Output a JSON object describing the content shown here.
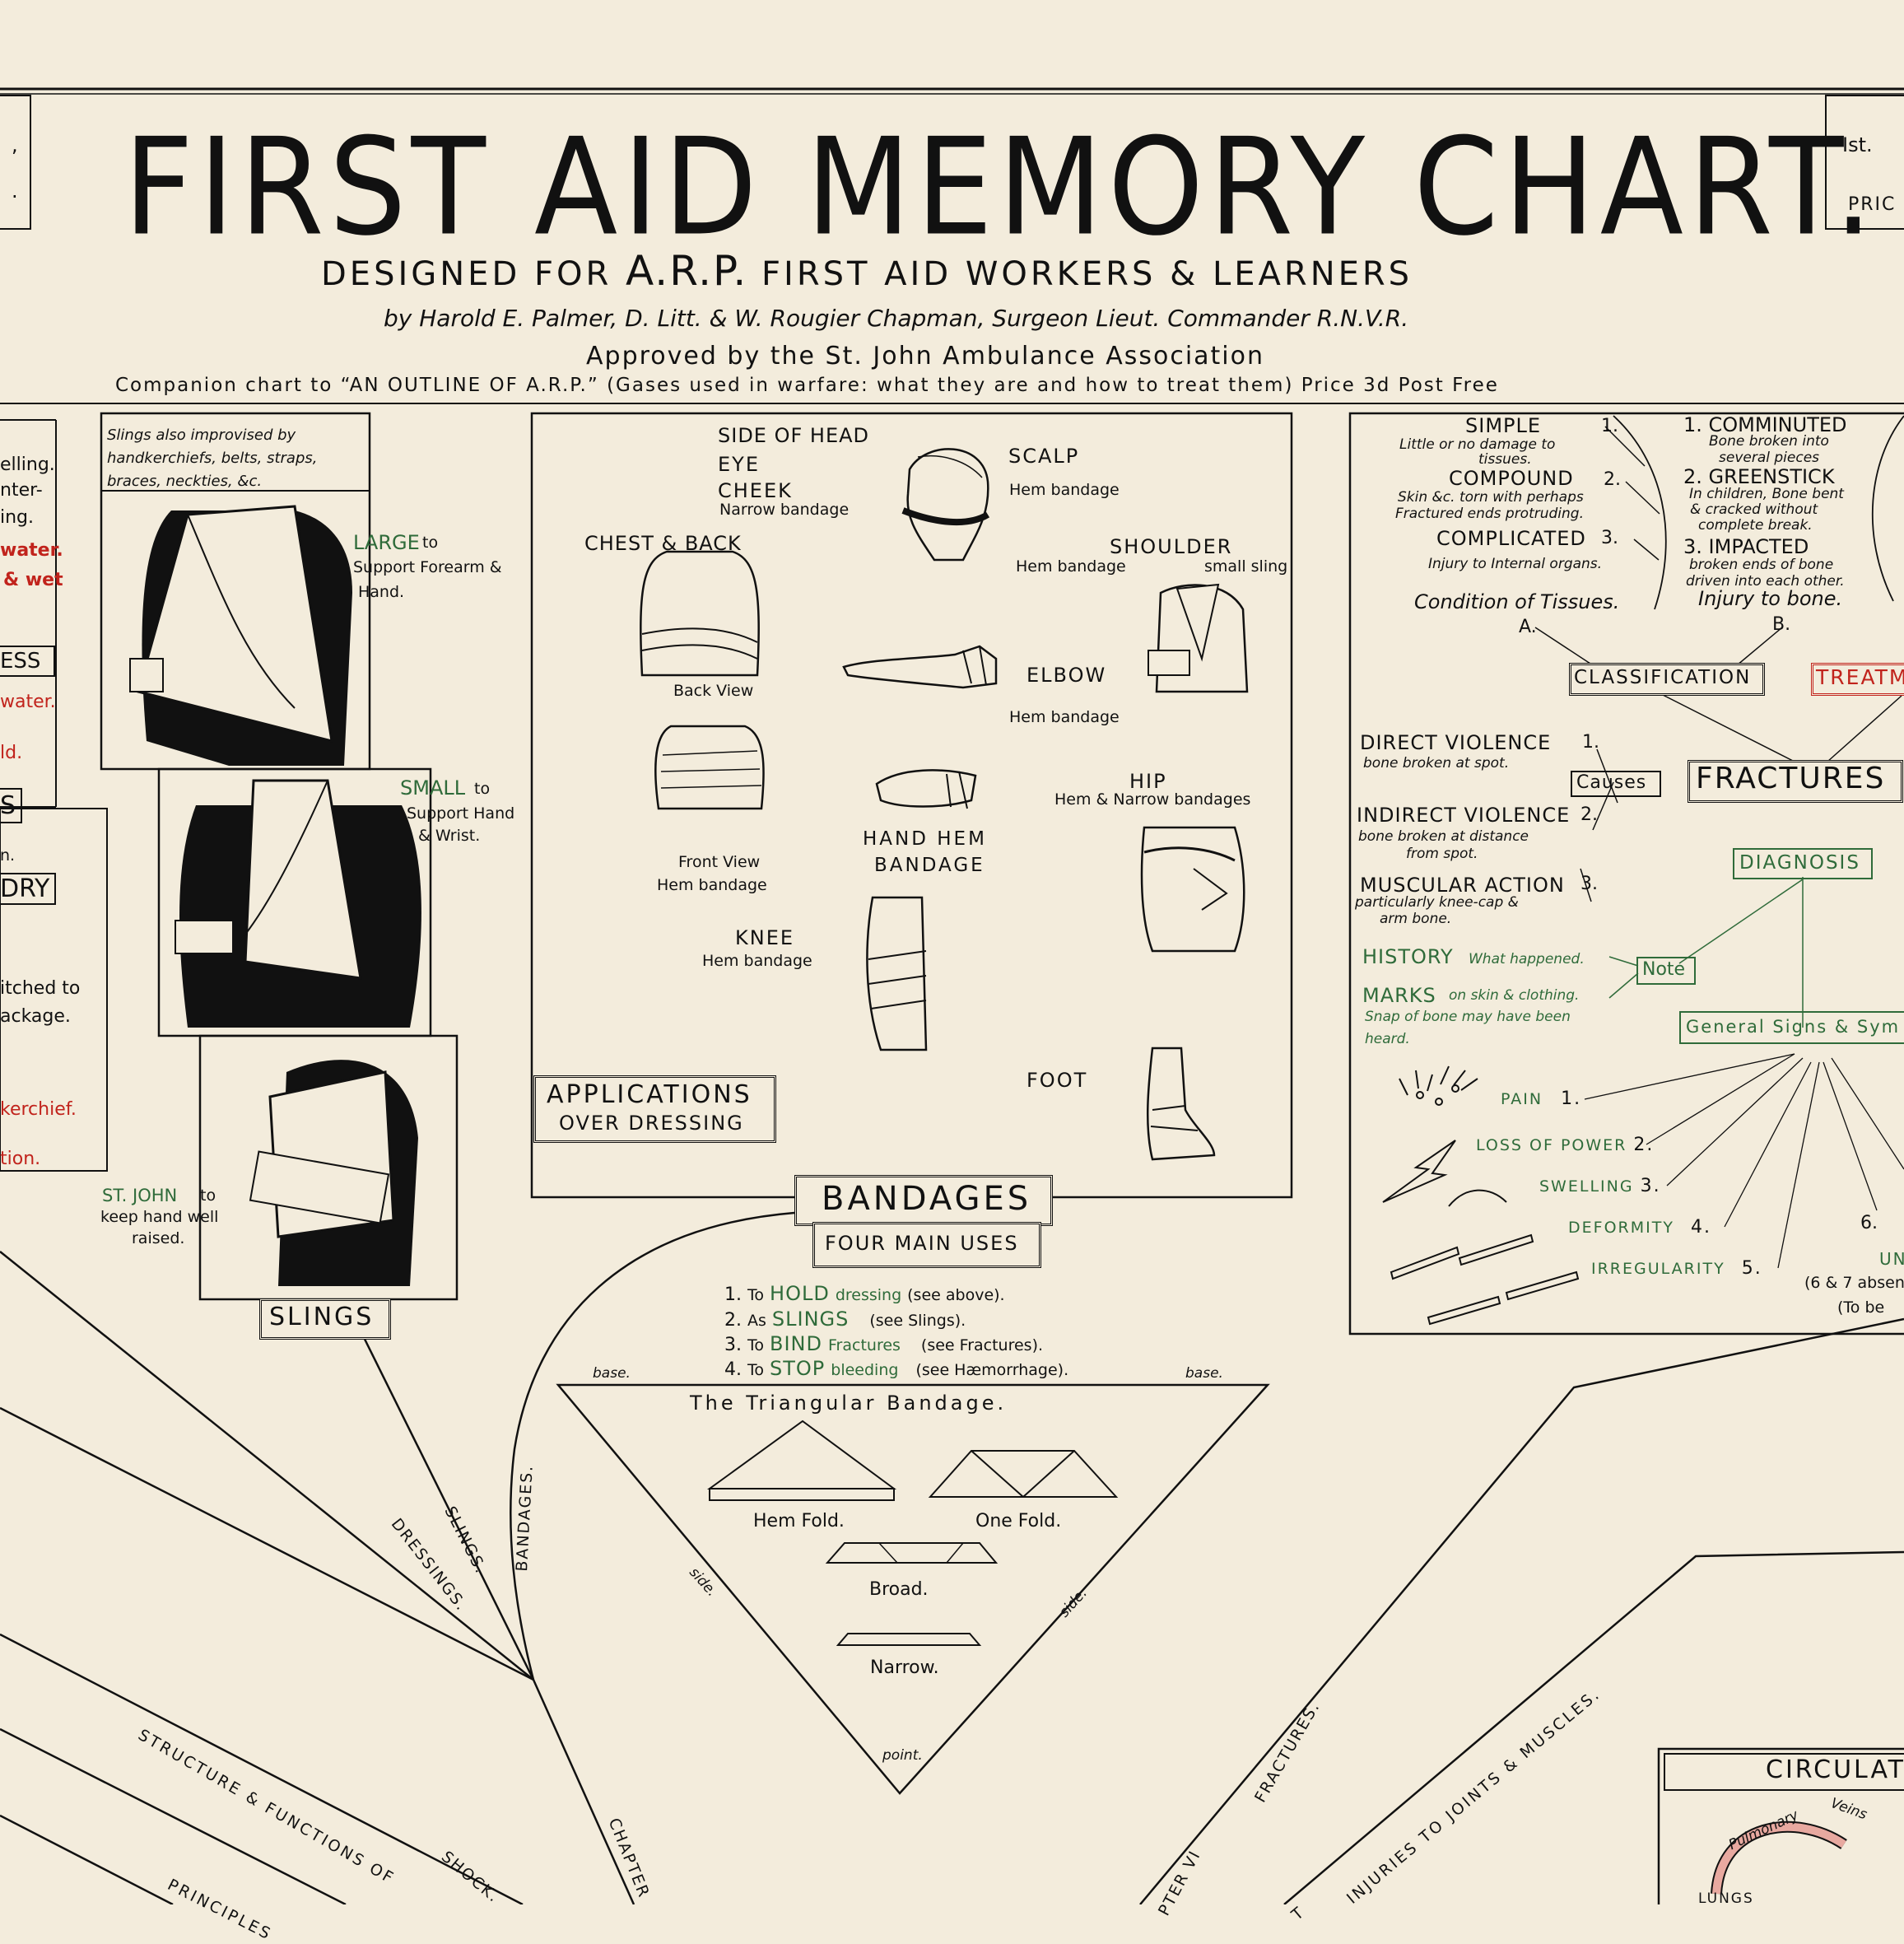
{
  "header": {
    "title": "FIRST AID MEMORY CHART.",
    "designed_for_a": "DESIGNED FOR",
    "designed_for_arp": "A.R.P.",
    "designed_for_b": "FIRST AID WORKERS & LEARNERS",
    "authors": "by Harold E. Palmer, D. Litt. & W. Rougier  Chapman, Surgeon Lieut. Commander R.N.V.R.",
    "approval": "Approved by the St. John Ambulance Association",
    "companion": "Companion chart  to  “AN OUTLINE OF A.R.P.”  (Gases used in warfare: what they are and how to treat them)   Price  3d  Post Free",
    "left_edge_1": ",",
    "left_edge_2": ".",
    "right_edge_1": "Ist.",
    "right_edge_2": "PRIC"
  },
  "left_strip": {
    "items": [
      {
        "text": "elling.",
        "color": "ink"
      },
      {
        "text": "nter-",
        "color": "ink"
      },
      {
        "text": "ing.",
        "color": "ink"
      },
      {
        "text": "water.",
        "color": "red"
      },
      {
        "text": "& wet",
        "color": "red"
      },
      {
        "text": "ESS",
        "color": "ink"
      },
      {
        "text": "water.",
        "color": "red"
      },
      {
        "text": "ld.",
        "color": "red"
      },
      {
        "text": "S",
        "color": "ink"
      },
      {
        "text": "n.",
        "color": "ink"
      },
      {
        "text": "DRY",
        "color": "ink"
      },
      {
        "text": "itched to",
        "color": "ink"
      },
      {
        "text": "ackage.",
        "color": "ink"
      },
      {
        "text": "kerchief.",
        "color": "red"
      },
      {
        "text": "tion.",
        "color": "red"
      }
    ]
  },
  "slings": {
    "improvised_note": "Slings also improvised by handkerchiefs, belts, straps, braces, neckties, &c.",
    "large_label": "LARGE",
    "large_desc_1": "to",
    "large_desc_2": "Support Forearm &",
    "large_desc_3": "Hand.",
    "small_label": "SMALL",
    "small_desc_1": "to",
    "small_desc_2": "Support Hand",
    "small_desc_3": "& Wrist.",
    "stjohn_label": "ST. JOHN",
    "stjohn_desc_1": "to",
    "stjohn_desc_2": "keep hand well",
    "stjohn_desc_3": "raised.",
    "title": "SLINGS"
  },
  "applications": {
    "side_of_head": "SIDE OF HEAD",
    "eye": "EYE",
    "cheek": "CHEEK",
    "narrow_bandage": "Narrow bandage",
    "scalp": "SCALP",
    "scalp_hem": "Hem bandage",
    "chest_back": "CHEST &      BACK",
    "back_view": "Back View",
    "shoulder": "SHOULDER",
    "shoulder_hem": "Hem bandage",
    "shoulder_sling": "small sling",
    "elbow": "ELBOW",
    "elbow_hem": "Hem bandage",
    "front_view": "Front View",
    "front_hem": "Hem bandage",
    "hand": "HAND HEM",
    "hand_2": "BANDAGE",
    "hip": "HIP",
    "hip_desc": "Hem & Narrow bandages",
    "knee": "KNEE",
    "knee_hem": "Hem bandage",
    "foot": "FOOT",
    "title_1": "APPLICATIONS",
    "title_2": "OVER DRESSING"
  },
  "bandages": {
    "title": "BANDAGES",
    "subtitle": "FOUR MAIN USES",
    "uses": [
      {
        "n": "1.",
        "pre": "To",
        "word": "HOLD",
        "rest": "dressing",
        "ref": "(see above)."
      },
      {
        "n": "2.",
        "pre": "As",
        "word": "SLINGS",
        "rest": "",
        "ref": "(see Slings)."
      },
      {
        "n": "3.",
        "pre": "To",
        "word": "BIND",
        "rest": "Fractures",
        "ref": "(see Fractures)."
      },
      {
        "n": "4.",
        "pre": "To",
        "word": "STOP",
        "rest": "bleeding",
        "ref": "(see Hæmorrhage)."
      }
    ],
    "base_left": "base.",
    "base_right": "base.",
    "triangle_title": "The   Triangular   Bandage.",
    "hem_fold": "Hem Fold.",
    "one_fold": "One Fold.",
    "broad": "Broad.",
    "narrow": "Narrow.",
    "side_left": "side.",
    "side_right": "side.",
    "point": "point."
  },
  "fractures": {
    "simple": "SIMPLE",
    "simple_n": "1.",
    "simple_desc_1": "Little or no damage to",
    "simple_desc_2": "tissues.",
    "compound": "COMPOUND",
    "compound_n": "2.",
    "compound_desc_1": "Skin &c. torn with perhaps",
    "compound_desc_2": "Fractured ends protruding.",
    "complicated": "COMPLICATED",
    "complicated_n": "3.",
    "complicated_desc": "Injury to Internal organs.",
    "condition": "Condition of Tissues.",
    "cond_letter": "A.",
    "comminuted": "1. COMMINUTED",
    "comminuted_desc_1": "Bone broken into",
    "comminuted_desc_2": "several pieces",
    "greenstick": "2. GREENSTICK",
    "greenstick_desc_1": "In children, Bone bent",
    "greenstick_desc_2": "& cracked without",
    "greenstick_desc_3": "complete break.",
    "impacted": "3. IMPACTED",
    "impacted_desc_1": "broken ends of bone",
    "impacted_desc_2": "driven into each other.",
    "injury_bone": "Injury to bone.",
    "bone_letter": "B.",
    "classification": "CLASSIFICATION",
    "treatment": "TREATM",
    "title": "FRACTURES",
    "causes": "Causes",
    "direct": "DIRECT VIOLENCE",
    "direct_n": "1.",
    "direct_desc": "bone broken at spot.",
    "indirect": "INDIRECT VIOLENCE",
    "indirect_n": "2.",
    "indirect_desc_1": "bone broken at distance",
    "indirect_desc_2": "from spot.",
    "muscular": "MUSCULAR ACTION",
    "muscular_n": "3.",
    "muscular_desc_1": "particularly knee-cap &",
    "muscular_desc_2": "arm bone.",
    "diagnosis": "DIAGNOSIS",
    "history": "HISTORY",
    "history_desc": "What happened.",
    "marks": "MARKS",
    "marks_desc": "on skin & clothing.",
    "snap_1": "Snap of bone may have been",
    "snap_2": "heard.",
    "note": "Note",
    "general_signs": "General Signs & Sym",
    "signs": [
      {
        "label": "PAIN",
        "n": "1."
      },
      {
        "label": "LOSS OF POWER",
        "n": "2."
      },
      {
        "label": "SWELLING",
        "n": "3."
      },
      {
        "label": "DEFORMITY",
        "n": "4."
      },
      {
        "label": "IRREGULARITY",
        "n": "5."
      }
    ],
    "six": "6.",
    "un": "UN",
    "absent_1": "(6 & 7 absen",
    "absent_2": "(To be"
  },
  "branches": {
    "slings": "SLINGS.",
    "dressings": "DRESSINGS.",
    "bandages": "BANDAGES.",
    "structure": "STRUCTURE & FUNCTIONS OF",
    "principles": "PRINCIPLES",
    "shock": "SHOCK.",
    "chapter": "CHAPTER",
    "fractures": "FRACTURES.",
    "chapter_vi": "PTER VI",
    "injuries": "INJURIES TO JOINTS & MUSCLES.",
    "t": "T"
  },
  "circulation": {
    "title": "CIRCULAT",
    "pulmonary": "Pulmonary",
    "veins": "Veins",
    "lungs": "LUNGS"
  },
  "colors": {
    "paper": "#f3ecdc",
    "ink": "#111111",
    "green": "#2f6b3a",
    "red": "#c1231c"
  }
}
